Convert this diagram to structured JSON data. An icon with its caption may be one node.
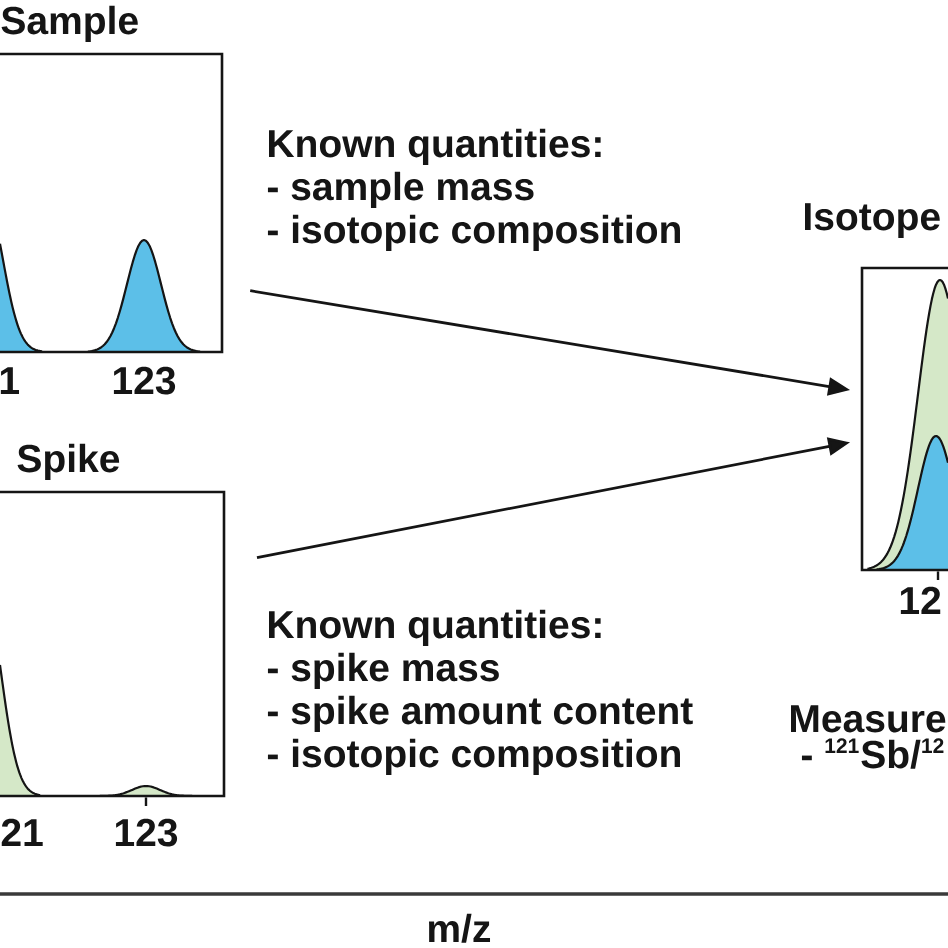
{
  "diagram": {
    "nodes": [
      {
        "text": [
          "Sample"
        ],
        "beside": [
          "1",
          "123"
        ]
      },
      {
        "text": [
          "Spike"
        ],
        "beside": [
          "21",
          "123"
        ]
      },
      {
        "text": [
          "Isotope"
        ],
        "beside": [
          "12"
        ]
      }
    ],
    "edges": [
      {
        "from": 0,
        "to": 2,
        "arrow": "to"
      },
      {
        "from": 1,
        "to": 2,
        "arrow": "to"
      }
    ],
    "labels": [
      "Known quantities:",
      "- sample mass",
      "- isotopic composition",
      "Known quantities:",
      "- spike mass",
      "- spike amount content",
      "- isotopic composition",
      "Measure",
      "- $^{121}$Sb/$^{12}$",
      "m/z"
    ]
  }
}
